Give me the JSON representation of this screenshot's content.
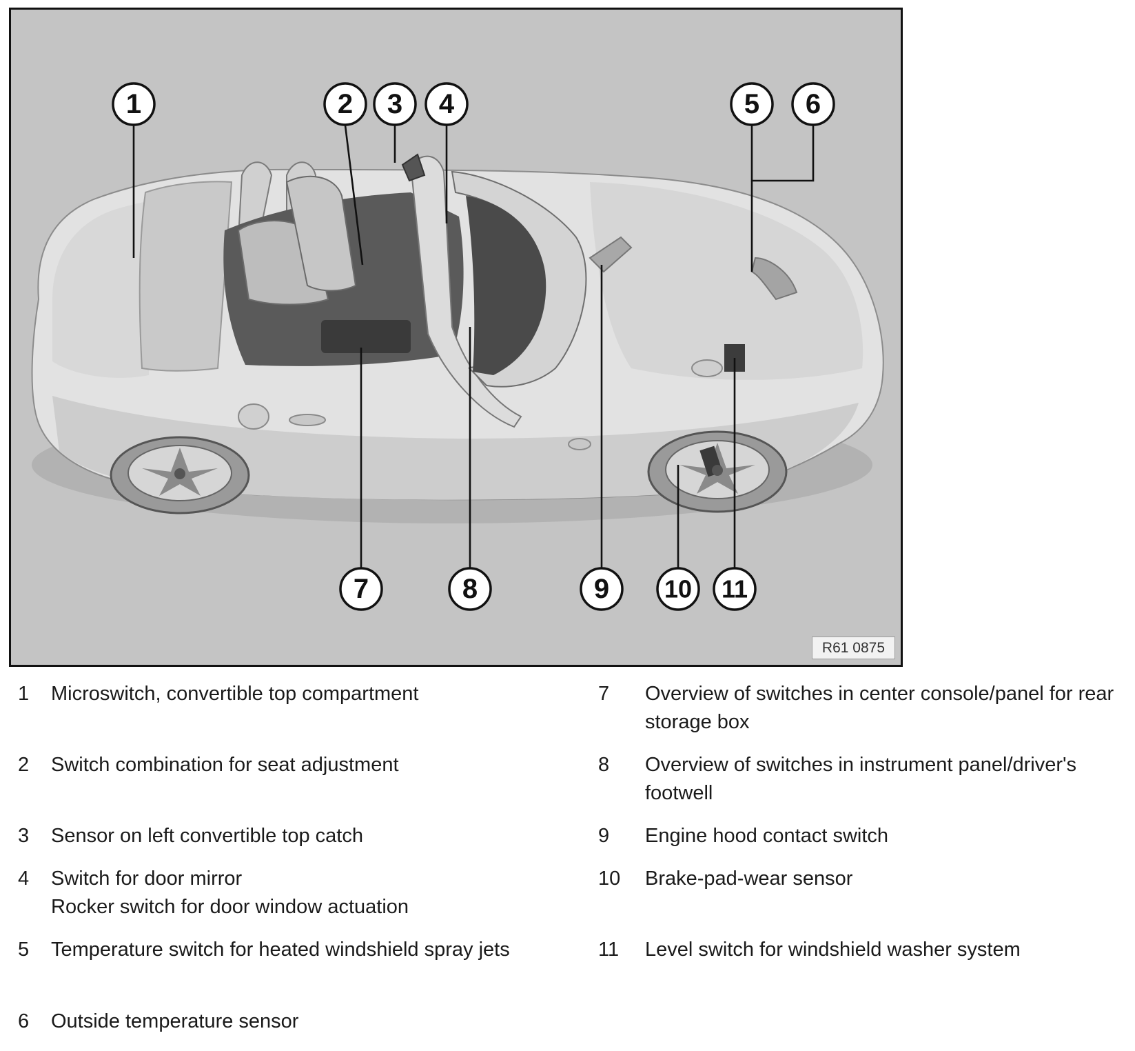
{
  "figure": {
    "ref": "R61 0875",
    "colors": {
      "background": "#c4c4c4",
      "body": "#e2e2e2",
      "shadow": "#9e9e9e",
      "dark": "#4a4a4a",
      "outline": "#111111"
    },
    "callouts": [
      "1",
      "2",
      "3",
      "4",
      "5",
      "6",
      "7",
      "8",
      "9",
      "10",
      "11"
    ]
  },
  "legend": [
    {
      "num": "1",
      "lines": [
        "Microswitch, convertible top compartment"
      ]
    },
    {
      "num": "2",
      "lines": [
        "Switch combination for seat adjustment"
      ]
    },
    {
      "num": "3",
      "lines": [
        "Sensor on left convertible top catch"
      ]
    },
    {
      "num": "4",
      "lines": [
        "Switch for door mirror",
        "Rocker switch for door window actuation"
      ]
    },
    {
      "num": "5",
      "lines": [
        "Temperature switch for heated windshield spray jets"
      ]
    },
    {
      "num": "6",
      "lines": [
        "Outside temperature sensor"
      ]
    },
    {
      "num": "7",
      "lines": [
        "Overview of switches in center console/panel for rear storage box"
      ]
    },
    {
      "num": "8",
      "lines": [
        "Overview of switches in instrument panel/driver's footwell"
      ]
    },
    {
      "num": "9",
      "lines": [
        "Engine hood contact switch"
      ]
    },
    {
      "num": "10",
      "lines": [
        "Brake-pad-wear sensor"
      ]
    },
    {
      "num": "11",
      "lines": [
        "Level switch for windshield washer system"
      ]
    }
  ]
}
